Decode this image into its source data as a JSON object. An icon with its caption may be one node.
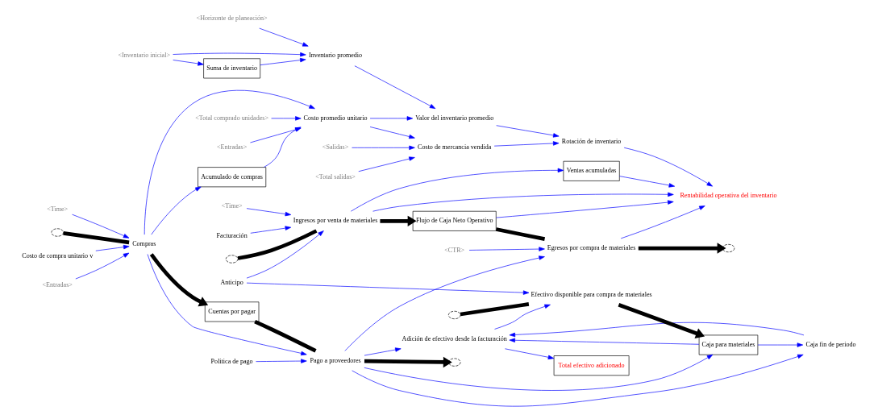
{
  "diagram": {
    "nodes": [
      {
        "text": [
          "Rentabilidad operativa del inventario"
        ]
      },
      {
        "text": [
          "Facturación"
        ]
      },
      {
        "text": [
          "Ventas acumuladas"
        ]
      },
      {
        "text": [
          "Flujo de Caja Neto Operativo"
        ]
      },
      {
        "text": [
          "Ingresos por venta de materiales"
        ]
      },
      {
        "text": [
          "Egresos por compra de materiales"
        ]
      },
      {
        "text": [],
        "shape": "cloud"
      },
      {
        "text": [],
        "shape": "cloud"
      },
      {
        "text": [
          "<Time>"
        ]
      },
      {
        "text": [
          "<CTR>"
        ]
      },
      {
        "text": [
          "<Total salidas>"
        ]
      },
      {
        "text": [
          "Costo de mercancia vendida"
        ]
      },
      {
        "text": [
          "<Salidas>"
        ]
      },
      {
        "text": [
          "Rotación de inventario"
        ]
      },
      {
        "text": [
          "Valor del inventario promedio"
        ]
      },
      {
        "text": [
          "<Total comprado unidades>"
        ]
      },
      {
        "text": [
          "<Entradas>"
        ]
      },
      {
        "text": [
          "Costo promedio unitario"
        ]
      },
      {
        "text": [
          "Suma de inventario"
        ]
      },
      {
        "text": [
          "Inventario promedio"
        ]
      },
      {
        "text": [
          "<Horizonte de planeación>"
        ]
      },
      {
        "text": [
          "Total efectivo adicionado"
        ]
      },
      {
        "text": [
          "Adición de efectivo desde la facturación"
        ]
      },
      {
        "text": [
          "Caja fin de periodo"
        ]
      },
      {
        "text": [
          "<Inventario inicial>"
        ]
      },
      {
        "text": [
          "Acumulado de compras"
        ]
      },
      {
        "text": [
          "Politica de pago"
        ]
      },
      {
        "text": [
          "<Time>"
        ]
      },
      {
        "text": [],
        "shape": "cloud"
      },
      {
        "text": [
          "Efectivo disponible para compra de materiales"
        ]
      },
      {
        "text": [
          "Caja para materiales"
        ]
      },
      {
        "text": [
          "Anticipo"
        ]
      },
      {
        "text": [],
        "shape": "cloud"
      },
      {
        "text": [
          "Pago a proveedores"
        ]
      },
      {
        "text": [
          "Cuentas por pagar"
        ]
      },
      {
        "text": [
          "Compras"
        ]
      },
      {
        "text": [],
        "shape": "cloud"
      },
      {
        "text": [
          "Costo de compra unitario v"
        ]
      },
      {
        "text": [
          "<Entradas>"
        ]
      }
    ],
    "edges": [
      {
        "from": 6,
        "to": 4,
        "arrow": "none",
        "style": "thick",
        "color": "#000000"
      },
      {
        "from": 4,
        "to": 3,
        "arrow": "to",
        "style": "thick",
        "color": "#000000"
      },
      {
        "from": 3,
        "to": 5,
        "arrow": "none",
        "style": "thick",
        "color": "#000000"
      },
      {
        "from": 5,
        "to": 7,
        "arrow": "to",
        "style": "thick",
        "color": "#000000"
      },
      {
        "from": 28,
        "to": 29,
        "arrow": "none",
        "style": "thick",
        "color": "#000000"
      },
      {
        "from": 29,
        "to": 30,
        "arrow": "to",
        "style": "thick",
        "color": "#000000"
      },
      {
        "from": 34,
        "to": 33,
        "arrow": "none",
        "style": "thick",
        "color": "#000000"
      },
      {
        "from": 33,
        "to": 32,
        "arrow": "to",
        "style": "thick",
        "color": "#000000"
      },
      {
        "from": 36,
        "to": 35,
        "arrow": "none",
        "style": "thick",
        "color": "#000000"
      },
      {
        "from": 35,
        "to": 34,
        "arrow": "to",
        "style": "thick",
        "color": "#000000"
      },
      {
        "from": 1,
        "to": 4,
        "arrow": "to"
      },
      {
        "from": 4,
        "to": 2,
        "arrow": "to"
      },
      {
        "from": 4,
        "to": 0,
        "arrow": "to"
      },
      {
        "from": 2,
        "to": 0,
        "arrow": "to"
      },
      {
        "from": 3,
        "to": 0,
        "arrow": "to"
      },
      {
        "from": 5,
        "to": 0,
        "arrow": "to"
      },
      {
        "from": 13,
        "to": 0,
        "arrow": "to"
      },
      {
        "from": 8,
        "to": 4,
        "arrow": "to"
      },
      {
        "from": 31,
        "to": 4,
        "arrow": "to"
      },
      {
        "from": 9,
        "to": 5,
        "arrow": "to"
      },
      {
        "from": 33,
        "to": 5,
        "arrow": "to"
      },
      {
        "from": 10,
        "to": 11,
        "arrow": "to"
      },
      {
        "from": 12,
        "to": 11,
        "arrow": "to"
      },
      {
        "from": 17,
        "to": 11,
        "arrow": "to"
      },
      {
        "from": 11,
        "to": 13,
        "arrow": "to"
      },
      {
        "from": 14,
        "to": 13,
        "arrow": "to"
      },
      {
        "from": 17,
        "to": 14,
        "arrow": "to"
      },
      {
        "from": 15,
        "to": 17,
        "arrow": "to"
      },
      {
        "from": 16,
        "to": 17,
        "arrow": "to"
      },
      {
        "from": 19,
        "to": 14,
        "arrow": "to"
      },
      {
        "from": 18,
        "to": 19,
        "arrow": "to"
      },
      {
        "from": 20,
        "to": 19,
        "arrow": "to"
      },
      {
        "from": 24,
        "to": 19,
        "arrow": "to"
      },
      {
        "from": 24,
        "to": 18,
        "arrow": "to"
      },
      {
        "from": 25,
        "to": 17,
        "arrow": "to"
      },
      {
        "from": 35,
        "to": 17,
        "arrow": "to"
      },
      {
        "from": 35,
        "to": 25,
        "arrow": "to"
      },
      {
        "from": 23,
        "to": 22,
        "arrow": "to"
      },
      {
        "from": 22,
        "to": 21,
        "arrow": "to"
      },
      {
        "from": 30,
        "to": 22,
        "arrow": "to"
      },
      {
        "from": 30,
        "to": 23,
        "arrow": "to"
      },
      {
        "from": 33,
        "to": 22,
        "arrow": "to"
      },
      {
        "from": 33,
        "to": 23,
        "arrow": "to"
      },
      {
        "from": 22,
        "to": 29,
        "arrow": "to"
      },
      {
        "from": 31,
        "to": 29,
        "arrow": "to"
      },
      {
        "from": 33,
        "to": 30,
        "arrow": "to"
      },
      {
        "from": 26,
        "to": 33,
        "arrow": "to"
      },
      {
        "from": 35,
        "to": 33,
        "arrow": "to"
      },
      {
        "from": 27,
        "to": 35,
        "arrow": "to"
      },
      {
        "from": 37,
        "to": 35,
        "arrow": "to"
      },
      {
        "from": 38,
        "to": 35,
        "arrow": "to"
      }
    ]
  }
}
